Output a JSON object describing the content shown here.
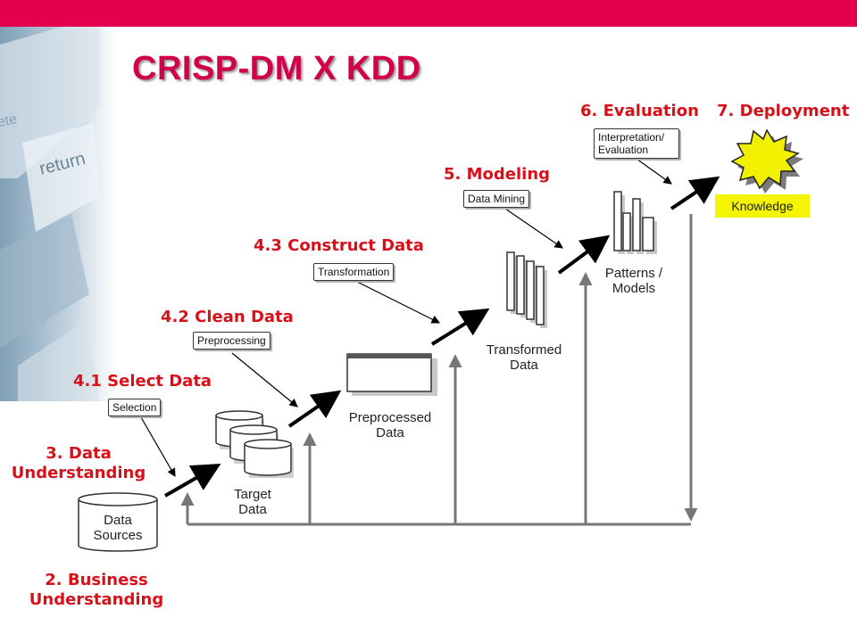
{
  "title": "CRISP-DM X KDD",
  "colors": {
    "accent": "#e2004f",
    "stage_text": "#d8101a",
    "knowledge_fill": "#f5f500"
  },
  "stages": {
    "business": "2. Business Understanding",
    "data_understanding": "3. Data Understanding",
    "select": "4.1 Select Data",
    "clean": "4.2 Clean Data",
    "construct": "4.3 Construct Data",
    "modeling": "5. Modeling",
    "evaluation": "6. Evaluation",
    "deployment": "7. Deployment"
  },
  "steps": {
    "selection": "Selection",
    "preprocessing": "Preprocessing",
    "transformation": "Transformation",
    "data_mining": "Data Mining",
    "interpretation": "Interpretation/ Evaluation"
  },
  "artifacts": {
    "data_sources": "Data Sources",
    "target_data": "Target Data",
    "preprocessed_data": "Preprocessed Data",
    "transformed_data": "Transformed Data",
    "patterns_models": "Patterns / Models",
    "knowledge": "Knowledge"
  }
}
